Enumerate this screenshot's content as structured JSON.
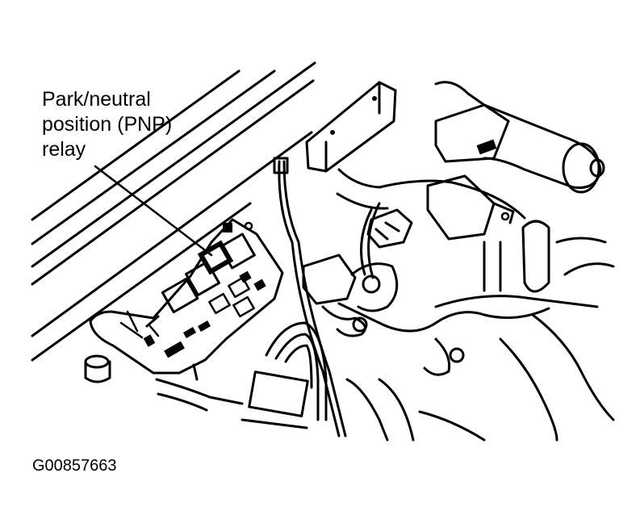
{
  "callout": {
    "line1": "Park/neutral",
    "line2": "position (PNP)",
    "line3": "relay"
  },
  "figure_id": "G00857663",
  "colors": {
    "ink": "#000000",
    "paper": "#ffffff"
  }
}
